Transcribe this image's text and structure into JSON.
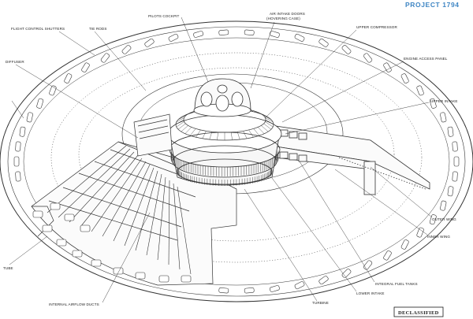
{
  "header": {
    "project": "PROJECT 1794"
  },
  "stamp": {
    "text": "DECLASSIFIED"
  },
  "labels": {
    "pilots_cockpit": "PILOTS COCKPIT",
    "air_intake_doors": "AIR INTAKE DOORS",
    "air_intake_doors_sub": "(HOVERING CASE)",
    "upper_compressor": "UPPER COMPRESSOR",
    "flight_control_shutters": "FLIGHT CONTROL SHUTTERS",
    "tie_rods": "TIE RODS",
    "engine_access_panel": "ENGINE ACCESS PANEL",
    "diffuser": "DIFFUSER",
    "upper_intake": "UPPER INTAKE",
    "outer_wing": "OUTER WING",
    "inner_wing": "INNER WING",
    "integral_fuel_tanks": "INTEGRAL FUEL TANKS",
    "lower_intake": "LOWER INTAKE",
    "turbine": "TURBINE",
    "internal_airflow_ducts": "INTERNAL AIRFLOW DUCTS",
    "tube": "TUBE"
  }
}
